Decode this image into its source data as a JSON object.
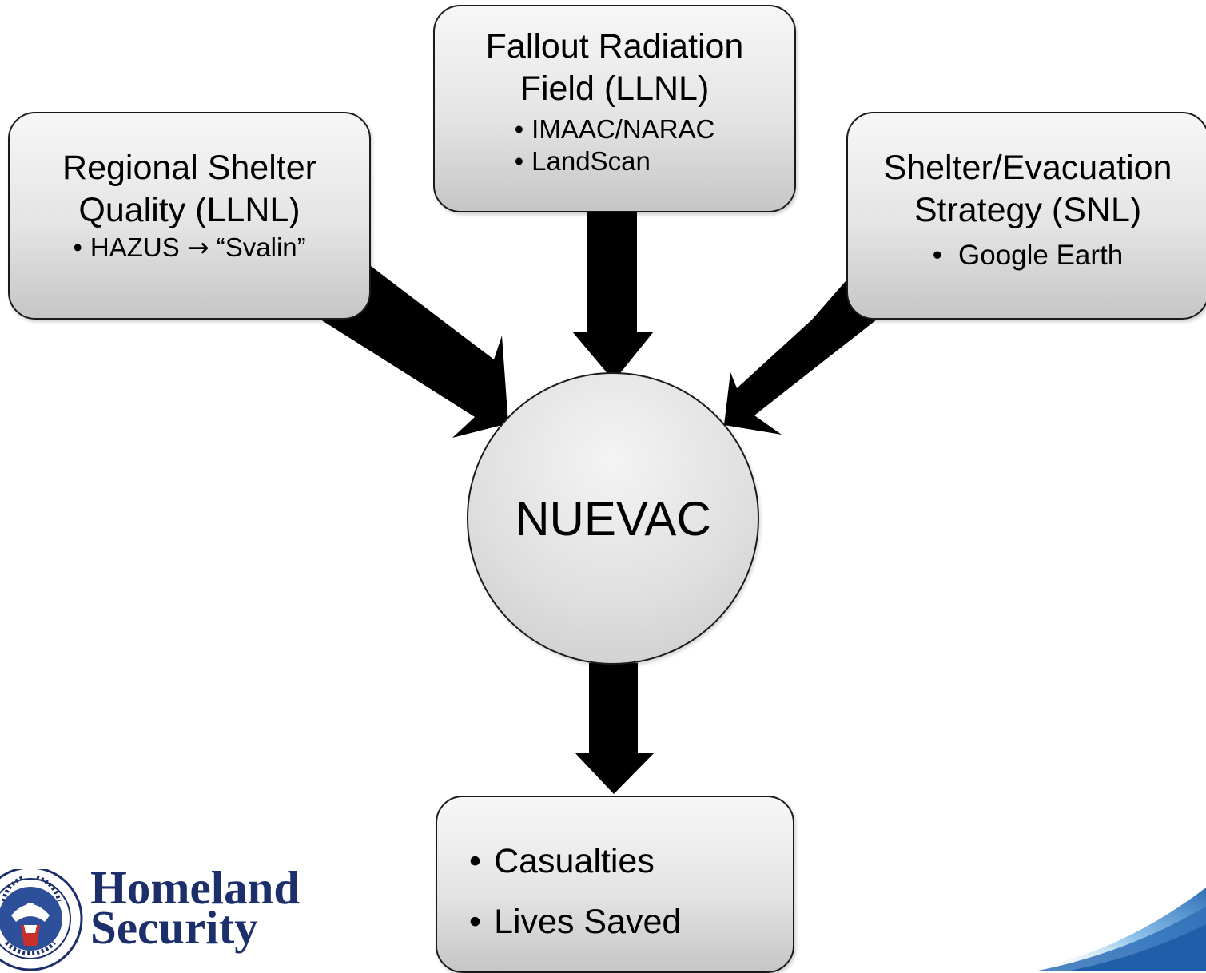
{
  "boxes": {
    "shelter_quality": {
      "title": "Regional Shelter\nQuality (LLNL)",
      "bullet_left": "HAZUS",
      "bullet_arrow": "→",
      "bullet_right": "“Svalin”"
    },
    "fallout": {
      "title": "Fallout Radiation\nField (LLNL)",
      "bullets": [
        "IMAAC/NARAC",
        "LandScan"
      ]
    },
    "strategy": {
      "title": "Shelter/Evacuation\nStrategy (SNL)",
      "bullets": [
        "Google Earth"
      ]
    },
    "outcomes": {
      "bullets": [
        "Casualties",
        "Lives Saved"
      ]
    }
  },
  "center": {
    "label": "NUEVAC"
  },
  "logo": {
    "line1": "Homeland",
    "line2": "Security",
    "seal_icon": "dhs-seal-icon",
    "text_color": "#1c2f6b"
  },
  "colors": {
    "arrow": "#000000",
    "swoosh": "#2f6fb7"
  }
}
